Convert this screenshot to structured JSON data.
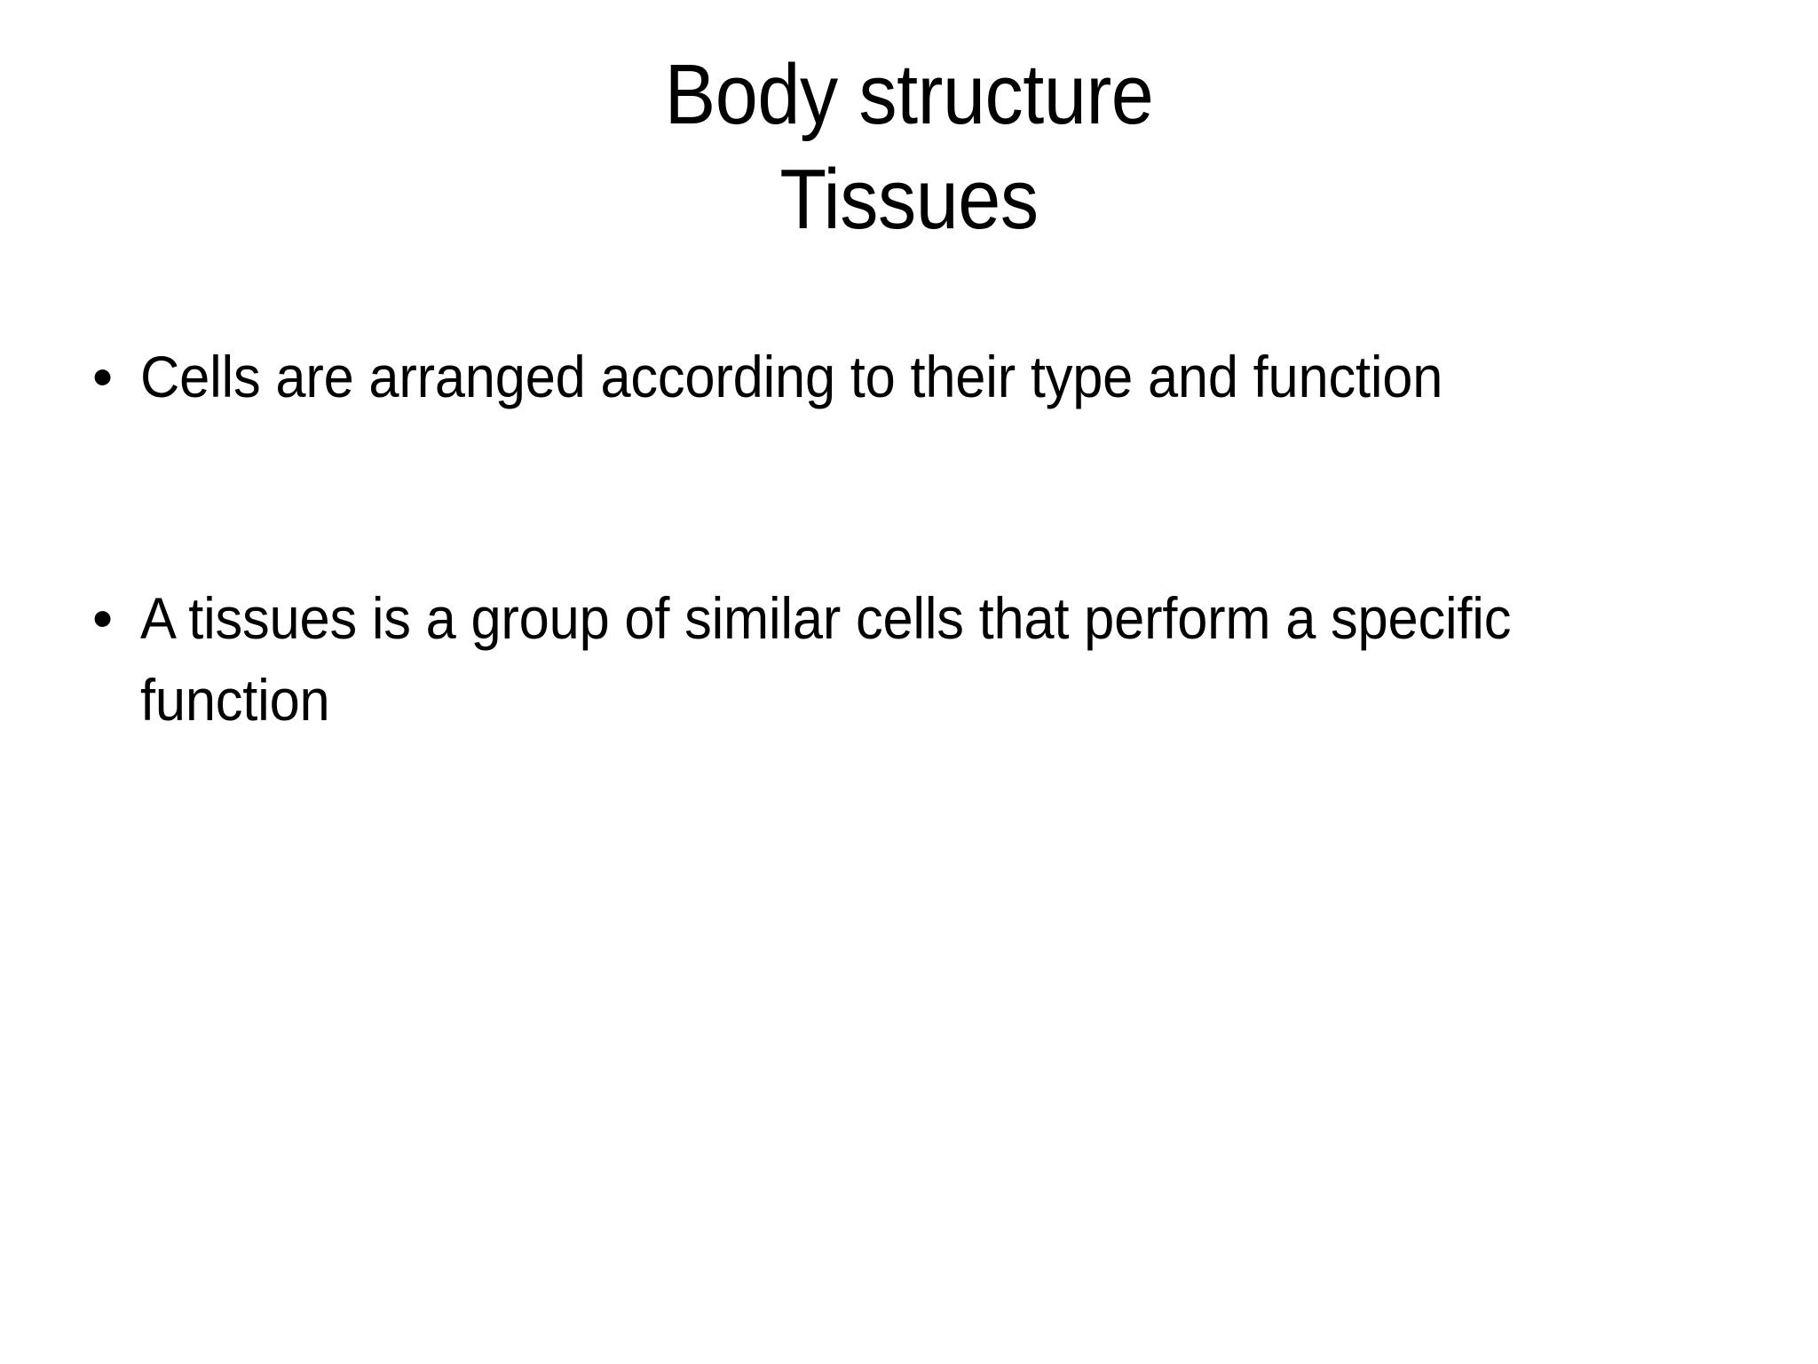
{
  "slide": {
    "background_color": "#FFFFFF",
    "text_color": "#000000",
    "title": {
      "line1": "Body structure",
      "line2": "Tissues"
    },
    "bullets": [
      {
        "marker": "•",
        "text": "Cells are arranged according to their type and function"
      },
      {
        "marker": "•",
        "text": "A tissues is a group of similar cells that perform a specific function"
      }
    ]
  }
}
